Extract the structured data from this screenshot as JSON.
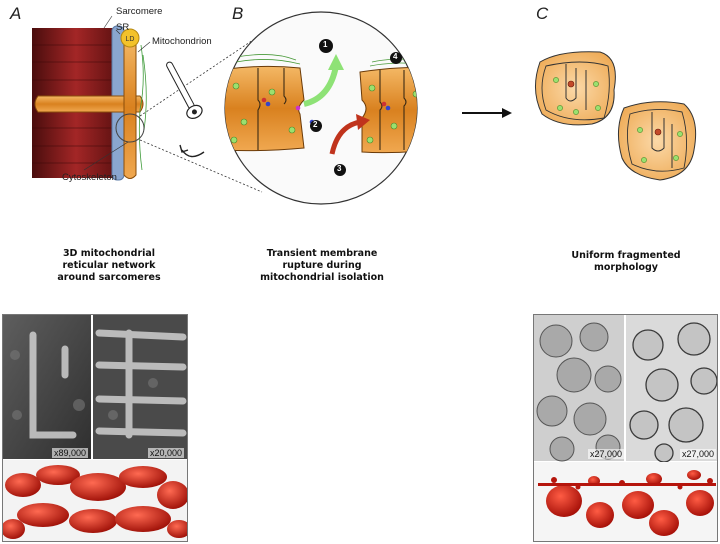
{
  "panels": {
    "a": {
      "letter": "A",
      "labels": {
        "sarcomere": "Sarcomere",
        "sr": "SR",
        "ld": "LD",
        "mitochondrion": "Mitochondrion",
        "cytoskeleton": "Cytoskeleton"
      },
      "caption": [
        "3D mitochondrial",
        "reticular network",
        "around sarcomeres"
      ],
      "magnifications": [
        "x89,000",
        "x20,000"
      ]
    },
    "b": {
      "letter": "B",
      "step_numbers": [
        "1",
        "2",
        "3",
        "4"
      ],
      "caption": [
        "Transient membrane",
        "rupture during",
        "mitochondrial isolation"
      ]
    },
    "c": {
      "letter": "C",
      "caption": [
        "Uniform fragmented",
        "morphology"
      ],
      "magnifications": [
        "x27,000",
        "x27,000"
      ]
    }
  },
  "colors": {
    "mitochondria": "#e89a3a",
    "mito_light": "#f6c98b",
    "sarcomere_dark": "#6b1414",
    "sarcomere_red": "#a02020",
    "sr_blue": "#7f9cc4",
    "ld_yellow": "#f3c22b",
    "arrow_green": "#7ee06a",
    "arrow_red": "#c0331c",
    "render_red": "#d11d12"
  }
}
